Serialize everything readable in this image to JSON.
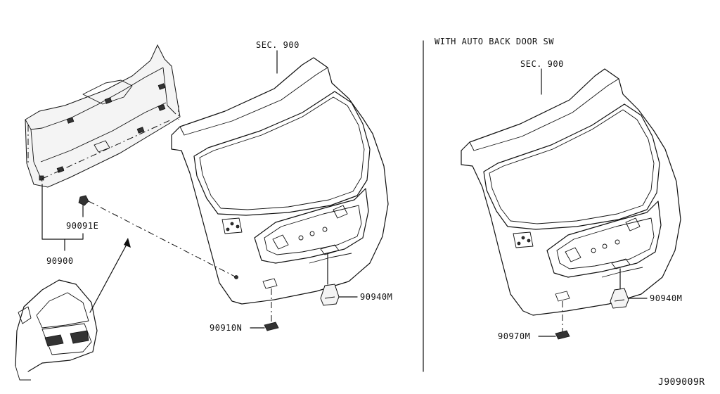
{
  "header": {
    "variant_title": "WITH AUTO BACK DOOR SW"
  },
  "left_panel": {
    "sec_ref": "SEC. 900",
    "parts": {
      "clip": "90091E",
      "finisher": "90900",
      "lamp": "90940M",
      "switch": "90910N"
    }
  },
  "right_panel": {
    "sec_ref": "SEC. 900",
    "parts": {
      "lamp": "90940M",
      "switch": "90970M"
    }
  },
  "footer": {
    "diagram_code": "J909009R"
  }
}
